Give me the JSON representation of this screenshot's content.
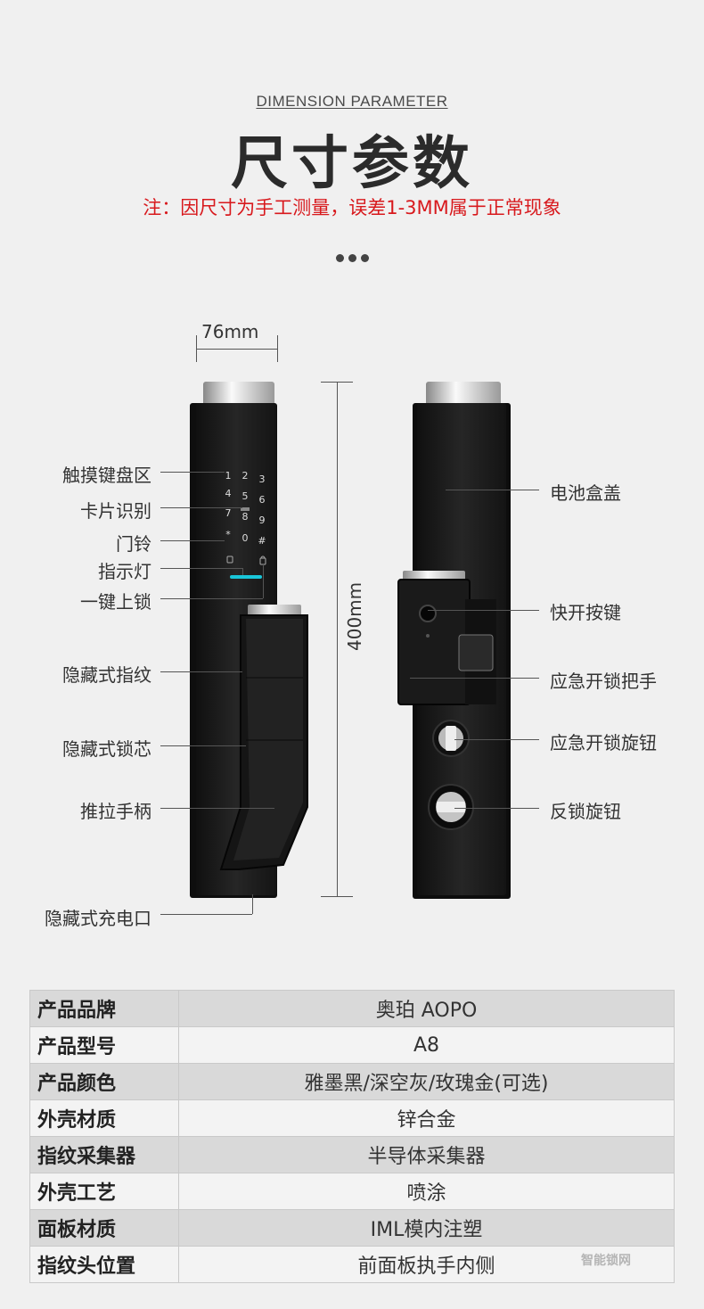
{
  "header": {
    "subtitle_en": "DIMENSION PARAMETER",
    "title": "尺寸参数",
    "note": "注：因尺寸为手工测量，误差1-3MM属于正常现象"
  },
  "dimensions": {
    "width": "76mm",
    "height": "400mm"
  },
  "keypad": {
    "keys": [
      "1",
      "2",
      "3",
      "4",
      "5",
      "6",
      "7",
      "8",
      "9",
      "*",
      "0",
      "#"
    ]
  },
  "front_labels": [
    "触摸键盘区",
    "卡片识别",
    "门铃",
    "指示灯",
    "一键上锁",
    "隐藏式指纹",
    "隐藏式锁芯",
    "推拉手柄",
    "隐藏式充电口"
  ],
  "back_labels": [
    "电池盒盖",
    "快开按键",
    "应急开锁把手",
    "应急开锁旋钮",
    "反锁旋钮"
  ],
  "specs": [
    {
      "key": "产品品牌",
      "value": "奥珀 AOPO"
    },
    {
      "key": "产品型号",
      "value": "A8"
    },
    {
      "key": "产品颜色",
      "value": "雅墨黑/深空灰/玫瑰金(可选)"
    },
    {
      "key": "外壳材质",
      "value": "锌合金"
    },
    {
      "key": "指纹采集器",
      "value": "半导体采集器"
    },
    {
      "key": "外壳工艺",
      "value": "喷涂"
    },
    {
      "key": "面板材质",
      "value": "IML模内注塑"
    },
    {
      "key": "指纹头位置",
      "value": "前面板执手内侧"
    }
  ],
  "watermark": "智能锁网",
  "colors": {
    "note": "#d8191d",
    "background": "#f0f0f0",
    "lock_body": "#1c1c1c",
    "indicator": "#19c6d9"
  }
}
